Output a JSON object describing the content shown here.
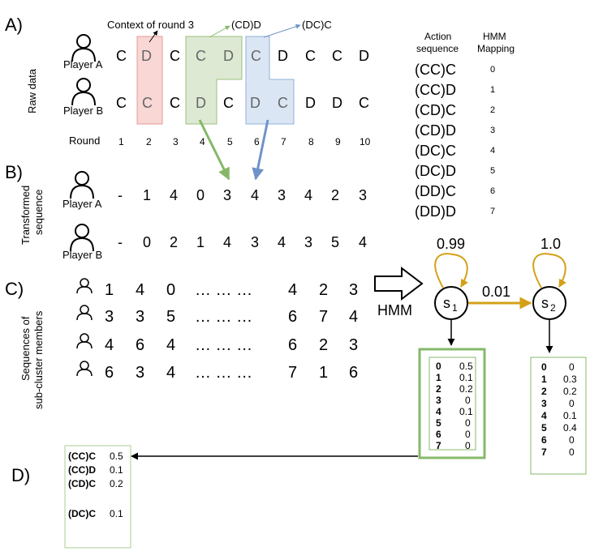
{
  "sections": {
    "a": "A)",
    "b": "B)",
    "c": "C)",
    "d": "D)"
  },
  "side_labels": {
    "raw": "Raw data",
    "transformed_1": "Transformed",
    "transformed_2": "sequence",
    "seq_1": "Sequences of",
    "seq_2": "sub-cluster members"
  },
  "players": {
    "a": "Player A",
    "b": "Player B"
  },
  "raw": {
    "player_a": [
      "C",
      "D",
      "C",
      "C",
      "D",
      "C",
      "D",
      "C",
      "C",
      "D"
    ],
    "player_b": [
      "C",
      "C",
      "C",
      "D",
      "C",
      "D",
      "C",
      "D",
      "D",
      "C"
    ],
    "round_label": "Round",
    "rounds": [
      "1",
      "2",
      "3",
      "4",
      "5",
      "6",
      "7",
      "8",
      "9",
      "10"
    ],
    "context_label": "Context of round 3",
    "green_label": "(CD)D",
    "blue_label": "(DC)C"
  },
  "transformed": {
    "player_a": [
      "-",
      "1",
      "4",
      "0",
      "3",
      "4",
      "3",
      "4",
      "2",
      "3"
    ],
    "player_b": [
      "-",
      "0",
      "2",
      "1",
      "4",
      "3",
      "4",
      "3",
      "5",
      "4"
    ]
  },
  "mapping": {
    "header_seq_1": "Action",
    "header_seq_2": "sequence",
    "header_map_1": "HMM",
    "header_map_2": "Mapping",
    "rows": [
      {
        "seq": "(CC)C",
        "val": "0"
      },
      {
        "seq": "(CC)D",
        "val": "1"
      },
      {
        "seq": "(CD)C",
        "val": "2"
      },
      {
        "seq": "(CD)D",
        "val": "3"
      },
      {
        "seq": "(DC)C",
        "val": "4"
      },
      {
        "seq": "(DC)D",
        "val": "5"
      },
      {
        "seq": "(DD)C",
        "val": "6"
      },
      {
        "seq": "(DD)D",
        "val": "7"
      }
    ]
  },
  "sub_cluster_sequences": [
    {
      "start": [
        "1",
        "4",
        "0"
      ],
      "ellipsis": "… … …",
      "end": [
        "4",
        "2",
        "3"
      ]
    },
    {
      "start": [
        "3",
        "3",
        "5"
      ],
      "ellipsis": "… … …",
      "end": [
        "6",
        "7",
        "4"
      ]
    },
    {
      "start": [
        "4",
        "6",
        "4"
      ],
      "ellipsis": "… … …",
      "end": [
        "6",
        "2",
        "3"
      ]
    },
    {
      "start": [
        "6",
        "3",
        "4"
      ],
      "ellipsis": "… … …",
      "end": [
        "7",
        "1",
        "6"
      ]
    }
  ],
  "hmm": {
    "label": "HMM",
    "s1_main": "s",
    "s1_sub": "1",
    "s2_main": "s",
    "s2_sub": "2",
    "self_s1": "0.99",
    "self_s2": "1.0",
    "trans_s1_s2": "0.01",
    "emissions_s1": [
      {
        "k": "0",
        "v": "0.5"
      },
      {
        "k": "1",
        "v": "0.1"
      },
      {
        "k": "2",
        "v": "0.2"
      },
      {
        "k": "3",
        "v": "0"
      },
      {
        "k": "4",
        "v": "0.1"
      },
      {
        "k": "5",
        "v": "0"
      },
      {
        "k": "6",
        "v": "0"
      },
      {
        "k": "7",
        "v": "0"
      }
    ],
    "emissions_s2": [
      {
        "k": "0",
        "v": "0"
      },
      {
        "k": "1",
        "v": "0.3"
      },
      {
        "k": "2",
        "v": "0.2"
      },
      {
        "k": "3",
        "v": "0"
      },
      {
        "k": "4",
        "v": "0.1"
      },
      {
        "k": "5",
        "v": "0.4"
      },
      {
        "k": "6",
        "v": "0"
      },
      {
        "k": "7",
        "v": "0"
      }
    ]
  },
  "interpretation": {
    "rows": [
      {
        "seq": "(CC)C",
        "val": "0.5"
      },
      {
        "seq": "(CC)D",
        "val": "0.1"
      },
      {
        "seq": "(CD)C",
        "val": "0.2"
      },
      {
        "seq": "(DC)C",
        "val": "0.1"
      }
    ]
  },
  "colors": {
    "red_fill": "#f8d7d5",
    "red_stroke": "#e59b98",
    "green_fill": "#dde9d3",
    "green_stroke": "#9cc07f",
    "blue_fill": "#dbe6f4",
    "blue_stroke": "#8fb0da",
    "green_arrow": "#84b867",
    "blue_arrow": "#6f93c9",
    "gold": "#d4a017",
    "box_green": "#86b86a"
  }
}
